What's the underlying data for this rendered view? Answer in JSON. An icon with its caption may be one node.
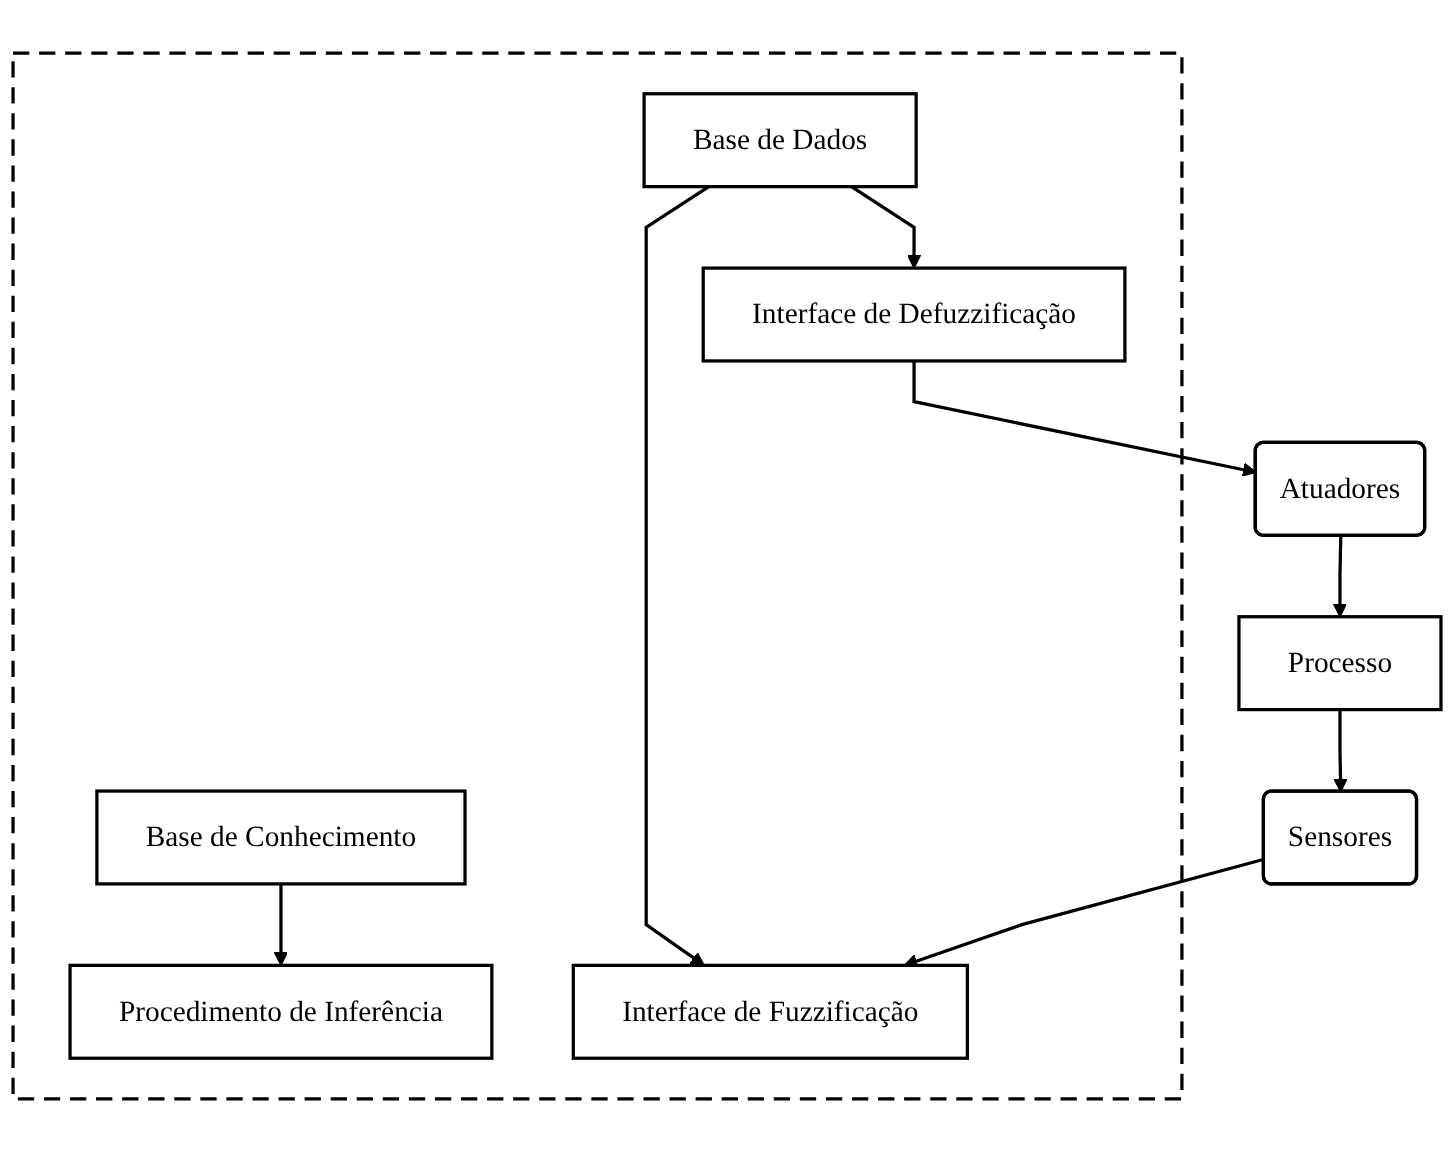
{
  "diagram": {
    "nodes": [
      {
        "text": [],
        "shape": "box"
      },
      {
        "text": [
          "Base de Dados"
        ],
        "in": 0
      },
      {
        "text": [
          "Base de Conhecimento"
        ],
        "in": 0
      },
      {
        "text": [
          "Interface de Fuzzificação"
        ],
        "in": 0
      },
      {
        "text": [
          "Procedimento de Inferência"
        ],
        "in": 0
      },
      {
        "text": [
          "Interface de Defuzzificação"
        ],
        "in": 0
      },
      {
        "text": [
          "Sensores"
        ]
      },
      {
        "text": [
          "Processo"
        ]
      },
      {
        "text": [
          "Atuadores"
        ]
      }
    ],
    "edges": [
      {
        "from": 1,
        "to": 3,
        "arrow": "to"
      },
      {
        "from": 1,
        "to": 5,
        "arrow": "to"
      },
      {
        "from": 2,
        "to": 4,
        "arrow": "to"
      },
      {
        "from": 5,
        "to": 8,
        "arrow": "to"
      },
      {
        "from": 8,
        "to": 7,
        "arrow": "to"
      },
      {
        "from": 7,
        "to": 6,
        "arrow": "to"
      },
      {
        "from": 6,
        "to": 3,
        "arrow": "to"
      }
    ]
  }
}
